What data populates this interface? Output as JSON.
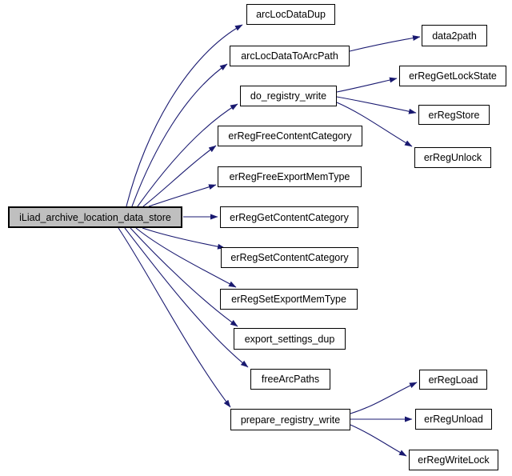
{
  "diagram": {
    "type": "doxygen-call-graph",
    "colors": {
      "edge": "#191970",
      "node_border": "#000000",
      "node_fill": "#ffffff",
      "main_node_fill": "#bfbfbf",
      "background": "#ffffff",
      "text": "#000000"
    },
    "nodes": {
      "main": {
        "label": "iLiad_archive_location_data_store"
      },
      "arcLocDataDup": {
        "label": "arcLocDataDup"
      },
      "arcLocDataToArcPath": {
        "label": "arcLocDataToArcPath"
      },
      "do_registry_write": {
        "label": "do_registry_write"
      },
      "erRegFreeContentCategory": {
        "label": "erRegFreeContentCategory"
      },
      "erRegFreeExportMemType": {
        "label": "erRegFreeExportMemType"
      },
      "erRegGetContentCategory": {
        "label": "erRegGetContentCategory"
      },
      "erRegSetContentCategory": {
        "label": "erRegSetContentCategory"
      },
      "erRegSetExportMemType": {
        "label": "erRegSetExportMemType"
      },
      "export_settings_dup": {
        "label": "export_settings_dup"
      },
      "freeArcPaths": {
        "label": "freeArcPaths"
      },
      "prepare_registry_write": {
        "label": "prepare_registry_write"
      },
      "data2path": {
        "label": "data2path"
      },
      "erRegGetLockState": {
        "label": "erRegGetLockState"
      },
      "erRegStore": {
        "label": "erRegStore"
      },
      "erRegUnlock": {
        "label": "erRegUnlock"
      },
      "erRegLoad": {
        "label": "erRegLoad"
      },
      "erRegUnload": {
        "label": "erRegUnload"
      },
      "erRegWriteLock": {
        "label": "erRegWriteLock"
      }
    },
    "edges": [
      {
        "from": "iLiad_archive_location_data_store",
        "to": "arcLocDataDup"
      },
      {
        "from": "iLiad_archive_location_data_store",
        "to": "arcLocDataToArcPath"
      },
      {
        "from": "iLiad_archive_location_data_store",
        "to": "do_registry_write"
      },
      {
        "from": "iLiad_archive_location_data_store",
        "to": "erRegFreeContentCategory"
      },
      {
        "from": "iLiad_archive_location_data_store",
        "to": "erRegFreeExportMemType"
      },
      {
        "from": "iLiad_archive_location_data_store",
        "to": "erRegGetContentCategory"
      },
      {
        "from": "iLiad_archive_location_data_store",
        "to": "erRegSetContentCategory"
      },
      {
        "from": "iLiad_archive_location_data_store",
        "to": "erRegSetExportMemType"
      },
      {
        "from": "iLiad_archive_location_data_store",
        "to": "export_settings_dup"
      },
      {
        "from": "iLiad_archive_location_data_store",
        "to": "freeArcPaths"
      },
      {
        "from": "iLiad_archive_location_data_store",
        "to": "prepare_registry_write"
      },
      {
        "from": "arcLocDataToArcPath",
        "to": "data2path"
      },
      {
        "from": "do_registry_write",
        "to": "erRegGetLockState"
      },
      {
        "from": "do_registry_write",
        "to": "erRegStore"
      },
      {
        "from": "do_registry_write",
        "to": "erRegUnlock"
      },
      {
        "from": "prepare_registry_write",
        "to": "erRegLoad"
      },
      {
        "from": "prepare_registry_write",
        "to": "erRegUnload"
      },
      {
        "from": "prepare_registry_write",
        "to": "erRegWriteLock"
      }
    ]
  }
}
